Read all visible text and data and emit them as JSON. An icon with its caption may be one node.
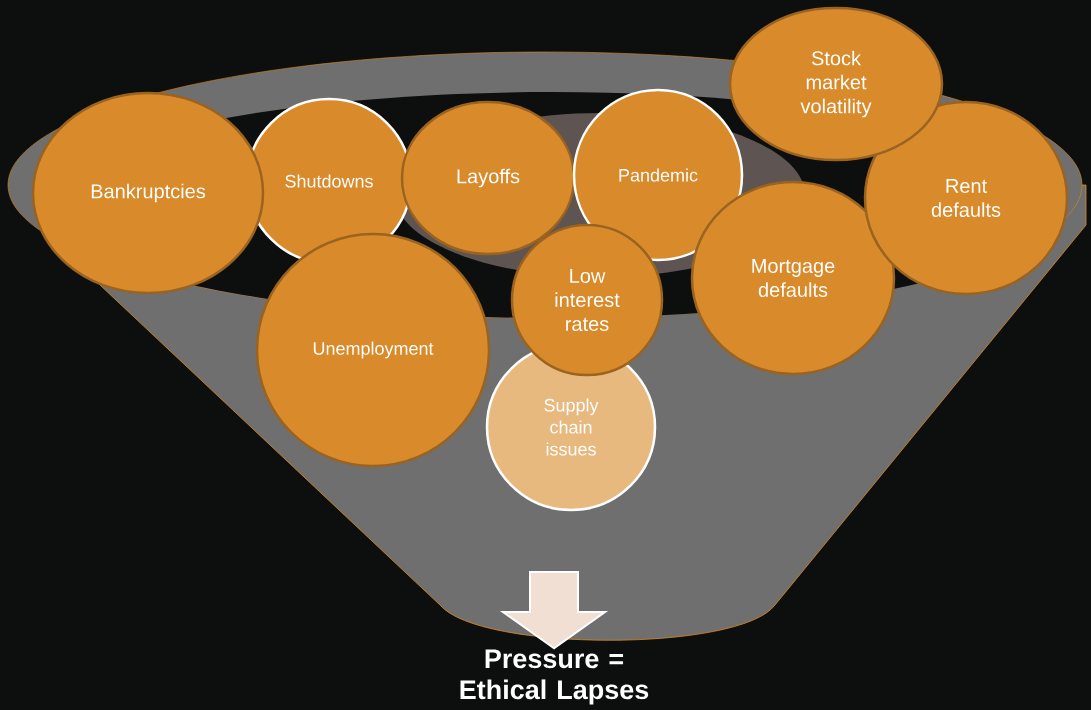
{
  "diagram": {
    "nodes": [
      {
        "text": [
          "Bankruptcies"
        ]
      },
      {
        "text": [
          "Shutdowns"
        ]
      },
      {
        "text": [
          "Layoffs"
        ]
      },
      {
        "text": [
          "Pandemic"
        ]
      },
      {
        "text": [
          "Stock market volatility"
        ]
      },
      {
        "text": [
          "Rent defaults"
        ]
      },
      {
        "text": [
          "Unemployment"
        ]
      },
      {
        "text": [
          "Low interest rates"
        ]
      },
      {
        "text": [
          "Mortgage defaults"
        ]
      },
      {
        "text": [
          "Supply chain issues"
        ]
      },
      {
        "text": [
          "Pressure = Ethical Lapses"
        ]
      }
    ],
    "edges": [
      {
        "from": null,
        "to": 10,
        "arrow": "to"
      }
    ]
  }
}
